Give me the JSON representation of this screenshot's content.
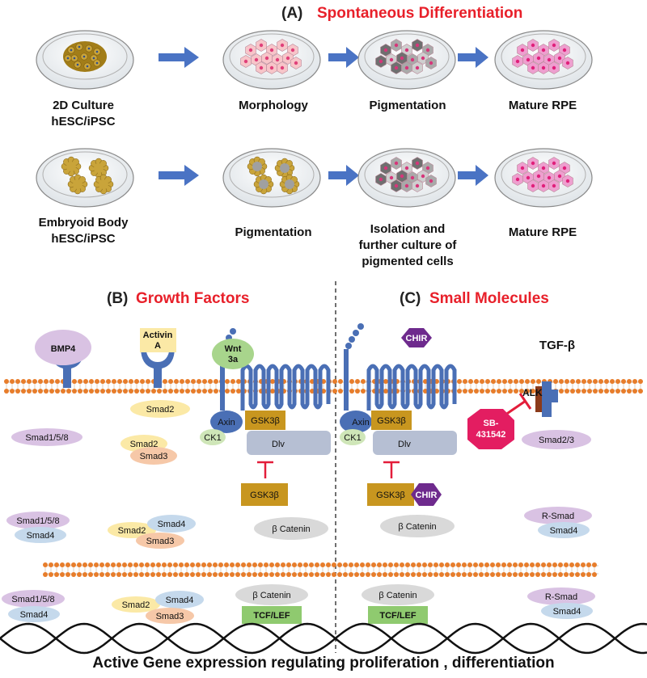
{
  "panelA": {
    "letter": "(A)",
    "title": "Spontaneous Differentiation",
    "row1": [
      "2D Culture",
      "hESC/iPSC",
      "Morphology",
      "Pigmentation",
      "Mature RPE"
    ],
    "row2": [
      "Embryoid Body",
      "hESC/iPSC",
      "Pigmentation",
      "Isolation and",
      "further culture of",
      "pigmented cells",
      "Mature RPE"
    ]
  },
  "panelB": {
    "letter": "(B)",
    "title": "Growth Factors",
    "ligands": {
      "bmp4": "BMP4",
      "activin1": "Activin",
      "activin2": "A",
      "wnt1": "Wnt",
      "wnt2": "3a"
    },
    "labels": {
      "smad2_mem": "Smad2",
      "axin": "Axin",
      "ck1": "CK1",
      "gsk": "GSK3β",
      "dlv": "Dlv",
      "gsk_inh": "GSK3β",
      "smad158_a": "Smad1/5/8",
      "smad2_a": "Smad2",
      "smad3_a": "Smad3",
      "smad158_b": "Smad1/5/8",
      "smad4_b": "Smad4",
      "smad2_b": "Smad2",
      "smad4_c": "Smad4",
      "smad3_b": "Smad3",
      "bcat": "β Catenin",
      "smad158_n": "Smad1/5/8",
      "smad4_n": "Smad4",
      "smad2_n": "Smad2",
      "smad4_n2": "Smad4",
      "smad3_n": "Smad3",
      "bcat_n": "β Catenin",
      "tcf": "TCF/LEF"
    }
  },
  "panelC": {
    "letter": "(C)",
    "title": "Small Molecules",
    "labels": {
      "chir_top": "CHIR",
      "tgfb": "TGF-β",
      "alk": "ALK",
      "sb1": "SB-",
      "sb2": "431542",
      "axin": "Axin",
      "ck1": "CK1",
      "gsk": "GSK3β",
      "dlv": "Dlv",
      "smad23": "Smad2/3",
      "gsk_inh": "GSK3β",
      "chir_inh": "CHIR",
      "rsmad": "R-Smad",
      "smad4": "Smad4",
      "bcat": "β Catenin",
      "bcat_n": "β Catenin",
      "tcf": "TCF/LEF",
      "rsmad_n": "R-Smad",
      "smad4_n": "Smad4"
    }
  },
  "footer": "Active Gene expression regulating proliferation , differentiation",
  "colors": {
    "red": "#e8202a",
    "arrow": "#4a73c4",
    "receptor": "#4a6fb5",
    "membrane": "#e77d2b",
    "gold": "#c8961f",
    "purple": "#d9c2e3",
    "lightblue": "#c5d9ec",
    "peach": "#f6c8a8",
    "yellow": "#fbe9a6",
    "green": "#8fca6f",
    "grey": "#d9d9d9",
    "dlv": "#b6bfd3",
    "chir": "#6e2a8d",
    "sb": "#e31d61",
    "alkbrown": "#8b3a1a"
  }
}
